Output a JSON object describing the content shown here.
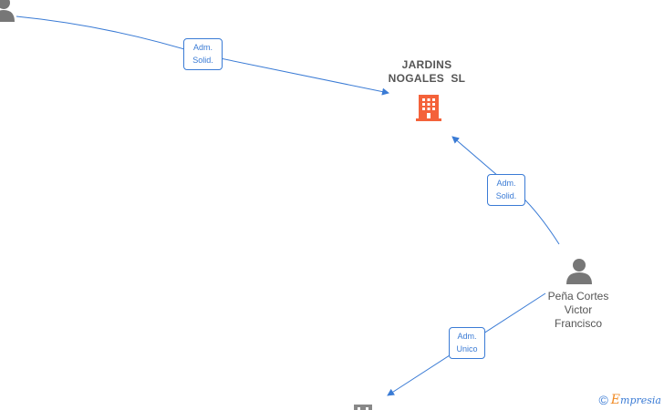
{
  "nodes": {
    "company": {
      "name_line1": "JARDINS",
      "name_line2": "NOGALES  SL",
      "icon": "building-icon",
      "color": "#f4623a"
    },
    "person_top_left": {
      "icon": "person-icon",
      "label": ""
    },
    "person_right": {
      "icon": "person-icon",
      "line1": "Peña Cortes",
      "line2": "Victor",
      "line3": "Francisco"
    },
    "company_bottom": {
      "icon": "building-icon",
      "color": "#888888"
    }
  },
  "edges": [
    {
      "line1": "Adm.",
      "line2": "Solid."
    },
    {
      "line1": "Adm.",
      "line2": "Solid."
    },
    {
      "line1": "Adm.",
      "line2": "Unico"
    }
  ],
  "watermark": {
    "copyright": "©",
    "brand_initial": "E",
    "brand_rest": "mpresia"
  },
  "colors": {
    "edge": "#3a7bd5",
    "person": "#777777"
  }
}
